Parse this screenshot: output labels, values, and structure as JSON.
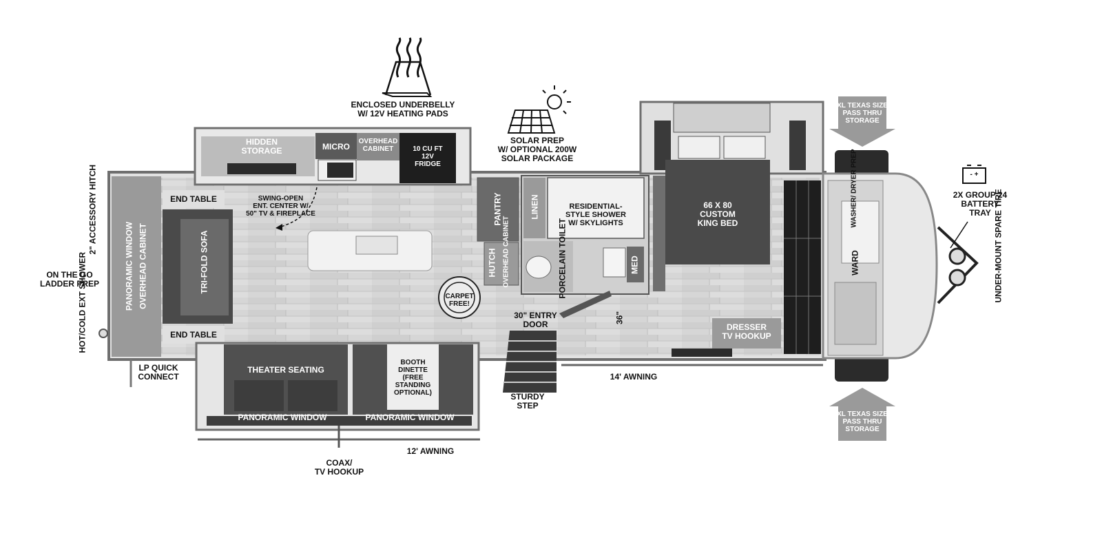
{
  "labels": {
    "enclosed_underbelly": "ENCLOSED UNDERBELLY\nW/ 12V HEATING PADS",
    "solar_prep": "SOLAR PREP\nW/ OPTIONAL 200W\nSOLAR PACKAGE",
    "hidden_storage": "HIDDEN\nSTORAGE",
    "micro": "MICRO",
    "overhead_cabinet_top": "OVERHEAD\nCABINET",
    "fridge": "10 CU FT\n12V\nFRIDGE",
    "swing_open": "SWING-OPEN\nENT. CENTER W/\n50\" TV & FIREPLACE",
    "end_table_top": "END TABLE",
    "end_table_bottom": "END TABLE",
    "tri_fold_sofa": "TRI-FOLD\nSOFA",
    "panoramic_window_left": "PANORAMIC WINDOW",
    "overhead_cabinet_left": "OVERHEAD CABINET",
    "accessory_hitch": "2\" ACCESSORY\nHITCH",
    "ladder_prep": "ON THE GO\nLADDER PREP",
    "ext_shower": "HOT/COLD\nEXT SHOWER",
    "lp_quick_connect": "LP QUICK\nCONNECT",
    "theater_seating": "THEATER SEATING",
    "booth_dinette": "BOOTH\nDINETTE\n(FREE\nSTANDING\nOPTIONAL)",
    "panoramic_window_bottom_1": "PANORAMIC WINDOW",
    "panoramic_window_bottom_2": "PANORAMIC WINDOW",
    "coax": "COAX/\nTV HOOKUP",
    "awning_12": "12' AWNING",
    "pantry": "PANTRY",
    "hutch": "HUTCH",
    "overhead_cabinet_mid": "OVERHEAD\nCABINET",
    "carpet_free": "CARPET FREE!",
    "linen": "LINEN",
    "shower": "RESIDENTIAL-\nSTYLE SHOWER\nW/ SKYLIGHTS",
    "toilet": "PORCELAIN\nTOILET",
    "med": "MED",
    "entry_door": "30\" ENTRY\nDOOR",
    "dim_36": "36\"",
    "sturdy_step": "STURDY\nSTEP",
    "awning_14": "14' AWNING",
    "king_bed": "66 X 80\nCUSTOM\nKING BED",
    "dresser": "DRESSER\nTV HOOKUP",
    "washer_dryer": "WASHER/\nDRYER\nPREP",
    "ward": "WARD",
    "storage_top": "XL TEXAS SIZE\nPASS THRU\nSTORAGE",
    "storage_bottom": "XL TEXAS SIZE\nPASS THRU\nSTORAGE",
    "battery_symbol": "- +",
    "battery_tray": "2X GROUP 24\nBATTERY\nTRAY",
    "spare_tire": "UNDER-MOUNT\nSPARE TIRE"
  },
  "colors": {
    "wall": "#6f6f6f",
    "floor": "#d9d9d9",
    "dark": "#2b2b2b",
    "sofa": "#555555",
    "bed": "#4a4a4a",
    "arrow": "#9a9a9a"
  }
}
